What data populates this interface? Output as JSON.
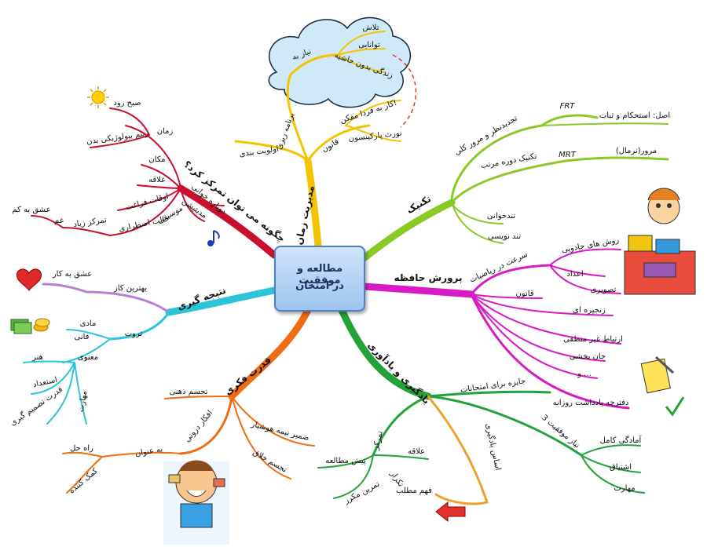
{
  "center": {
    "line1": "مطالعه و موفقیت",
    "line2": "در امتحان"
  },
  "branches": {
    "time": {
      "label": "مدیریت زمان",
      "priority": "اولویت بندی",
      "plan": "برنامه ریزی",
      "law": "قانون",
      "parkinson": "نورث پارکینسون",
      "tomorrow": "کار به فردا مفکن!",
      "need": "نیاز به",
      "effort": "تلاش",
      "ability": "توانایی",
      "life": "زندگی بدون حاشیه"
    },
    "technique": {
      "label": "تکنیک",
      "frt": "FRT",
      "frt_note": "اصل: استحکام و ثبات",
      "review": "تجدیدنظر و مرور کلی",
      "mrt": "MRT",
      "mrt_note": "مرور(نرمال)",
      "periodic": "تکنیک دوره مرتب",
      "speedread": "تندخوانی",
      "speedwrite": "تند نویسی"
    },
    "memory": {
      "label": "پرورش حافظه",
      "math_speed": "سرعت در ریاضیات",
      "magic": "روش های جادویی",
      "numbers": "اعداد",
      "images": "تصویری",
      "law": "قانون",
      "chain": "زنجیره ای",
      "illogical": "ارتباط غیر منطقی",
      "animation": "جان بخشی",
      "etc": "و ...",
      "notebook": "دفترچه یادداشت روزانه"
    },
    "learning": {
      "label": "یادگیری و یادآوری",
      "prize": "جایزه برای امتحانات",
      "needs3": "3 نیاز موفقیت",
      "ready": "آمادگی کامل",
      "eager": "اشتیاق",
      "skill": "مهارت",
      "basis": "اساس یادگیری",
      "interest": "علاقه",
      "focus": "تمرکز",
      "prestudy": "پیش مطالعه",
      "understand": "فهم مطلب",
      "practice": "تمرین مکرر",
      "repeat": "تکرار"
    },
    "thinking": {
      "label": "قدرت فکری",
      "imagine": "تجسم ذهنی",
      "inner": "افکار درونی",
      "subconscious": "ضمیر نیمه هوشیار",
      "creative": "تجسم خلاق",
      "asa": "به عنوان",
      "solution": "راه حل",
      "helper": "کمک کننده"
    },
    "result": {
      "label": "نتیجه گیری",
      "best": "بهترین کار",
      "love": "عشق به کار",
      "wealth": "ثروت",
      "material": "مادی",
      "mortal": "فانی",
      "spiritual": "معنوی",
      "art": "هنر",
      "talent": "استعداد",
      "decision": "قدرت تصمیم گیری",
      "skills": "مهارت"
    },
    "focus": {
      "label": "چگونه می توان تمرکز کرد؟",
      "time": "زمان",
      "morning": "صبح زود",
      "biorhythm": "ریتم بیولوژیکی بدن",
      "place": "مکان",
      "interest": "علاقه",
      "leisure": "اوقات فراغت",
      "repetition": "دوباره خوانی",
      "meditation": "مدیتیشن",
      "music": "موسیقی",
      "anxiety": "حالت اضطراری",
      "more_focus": "تمرکز زیاد",
      "sadness": "غم",
      "love": "عشق به کم"
    }
  },
  "colors": {
    "time": "#f2c400",
    "technique": "#8ac926",
    "memory": "#d81bc4",
    "learning": "#23a23a",
    "thinking": "#ef6c12",
    "result": "#2bc4d8",
    "focus": "#c8102e",
    "cloud": "#c9e7f7"
  }
}
